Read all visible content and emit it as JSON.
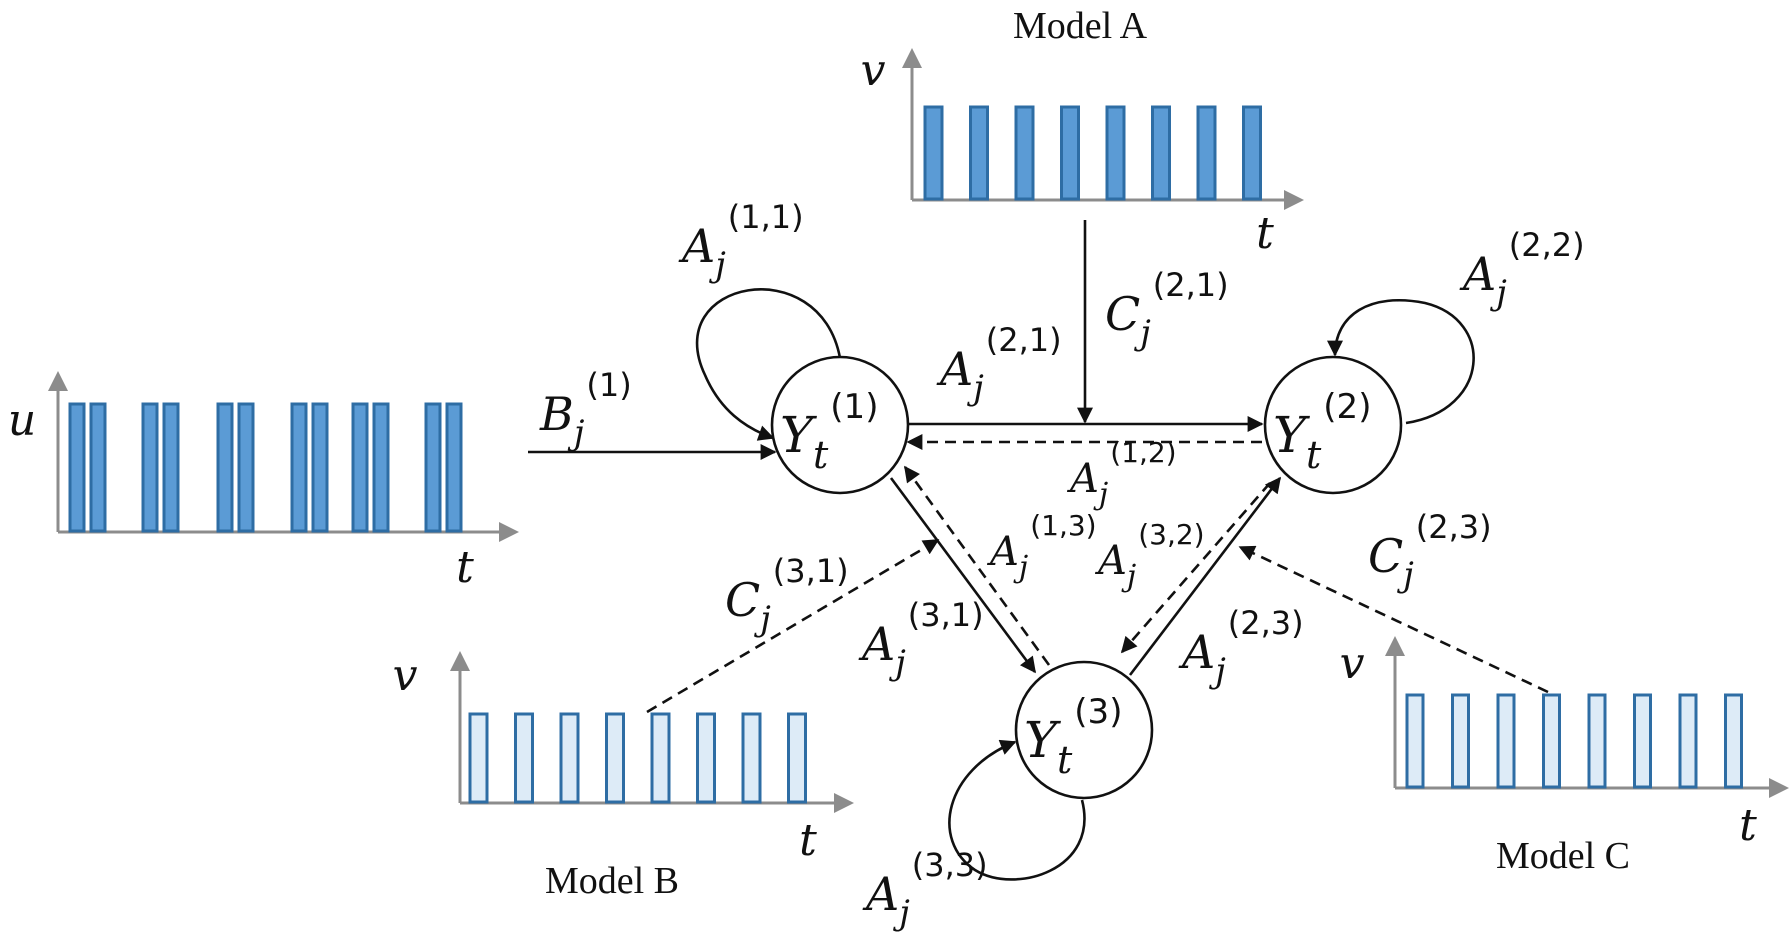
{
  "models": {
    "a": {
      "title": "Model A",
      "y_axis": "v",
      "x_axis": "t",
      "pulse_count": 8,
      "fill": "#5b9bd5",
      "stroke": "#2e6da4"
    },
    "b": {
      "title": "Model B",
      "y_axis": "v",
      "x_axis": "t",
      "pulse_count": 8,
      "fill": "#ddebf7",
      "stroke": "#2e6da4"
    },
    "c": {
      "title": "Model C",
      "y_axis": "v",
      "x_axis": "t",
      "pulse_count": 8,
      "fill": "#ddebf7",
      "stroke": "#2e6da4"
    },
    "input": {
      "y_axis": "u",
      "x_axis": "t",
      "pulse_pairs": 6,
      "fill": "#5b9bd5",
      "stroke": "#2e6da4"
    }
  },
  "nodes": {
    "y1": {
      "base": "Y",
      "sub": "t",
      "sup": "(1)"
    },
    "y2": {
      "base": "Y",
      "sub": "t",
      "sup": "(2)"
    },
    "y3": {
      "base": "Y",
      "sub": "t",
      "sup": "(3)"
    }
  },
  "labels": {
    "a11": {
      "base": "A",
      "sub": "j",
      "sup": "(1,1)"
    },
    "a22": {
      "base": "A",
      "sub": "j",
      "sup": "(2,2)"
    },
    "a33": {
      "base": "A",
      "sub": "j",
      "sup": "(3,3)"
    },
    "a21": {
      "base": "A",
      "sub": "j",
      "sup": "(2,1)"
    },
    "a12": {
      "base": "A",
      "sub": "j",
      "sup": "(1,2)"
    },
    "a13": {
      "base": "A",
      "sub": "j",
      "sup": "(1,3)"
    },
    "a31": {
      "base": "A",
      "sub": "j",
      "sup": "(3,1)"
    },
    "a32": {
      "base": "A",
      "sub": "j",
      "sup": "(3,2)"
    },
    "a23": {
      "base": "A",
      "sub": "j",
      "sup": "(2,3)"
    },
    "b1": {
      "base": "B",
      "sub": "j",
      "sup": "(1)"
    },
    "c21": {
      "base": "C",
      "sub": "j",
      "sup": "(2,1)"
    },
    "c31": {
      "base": "C",
      "sub": "j",
      "sup": "(3,1)"
    },
    "c23": {
      "base": "C",
      "sub": "j",
      "sup": "(2,3)"
    }
  }
}
